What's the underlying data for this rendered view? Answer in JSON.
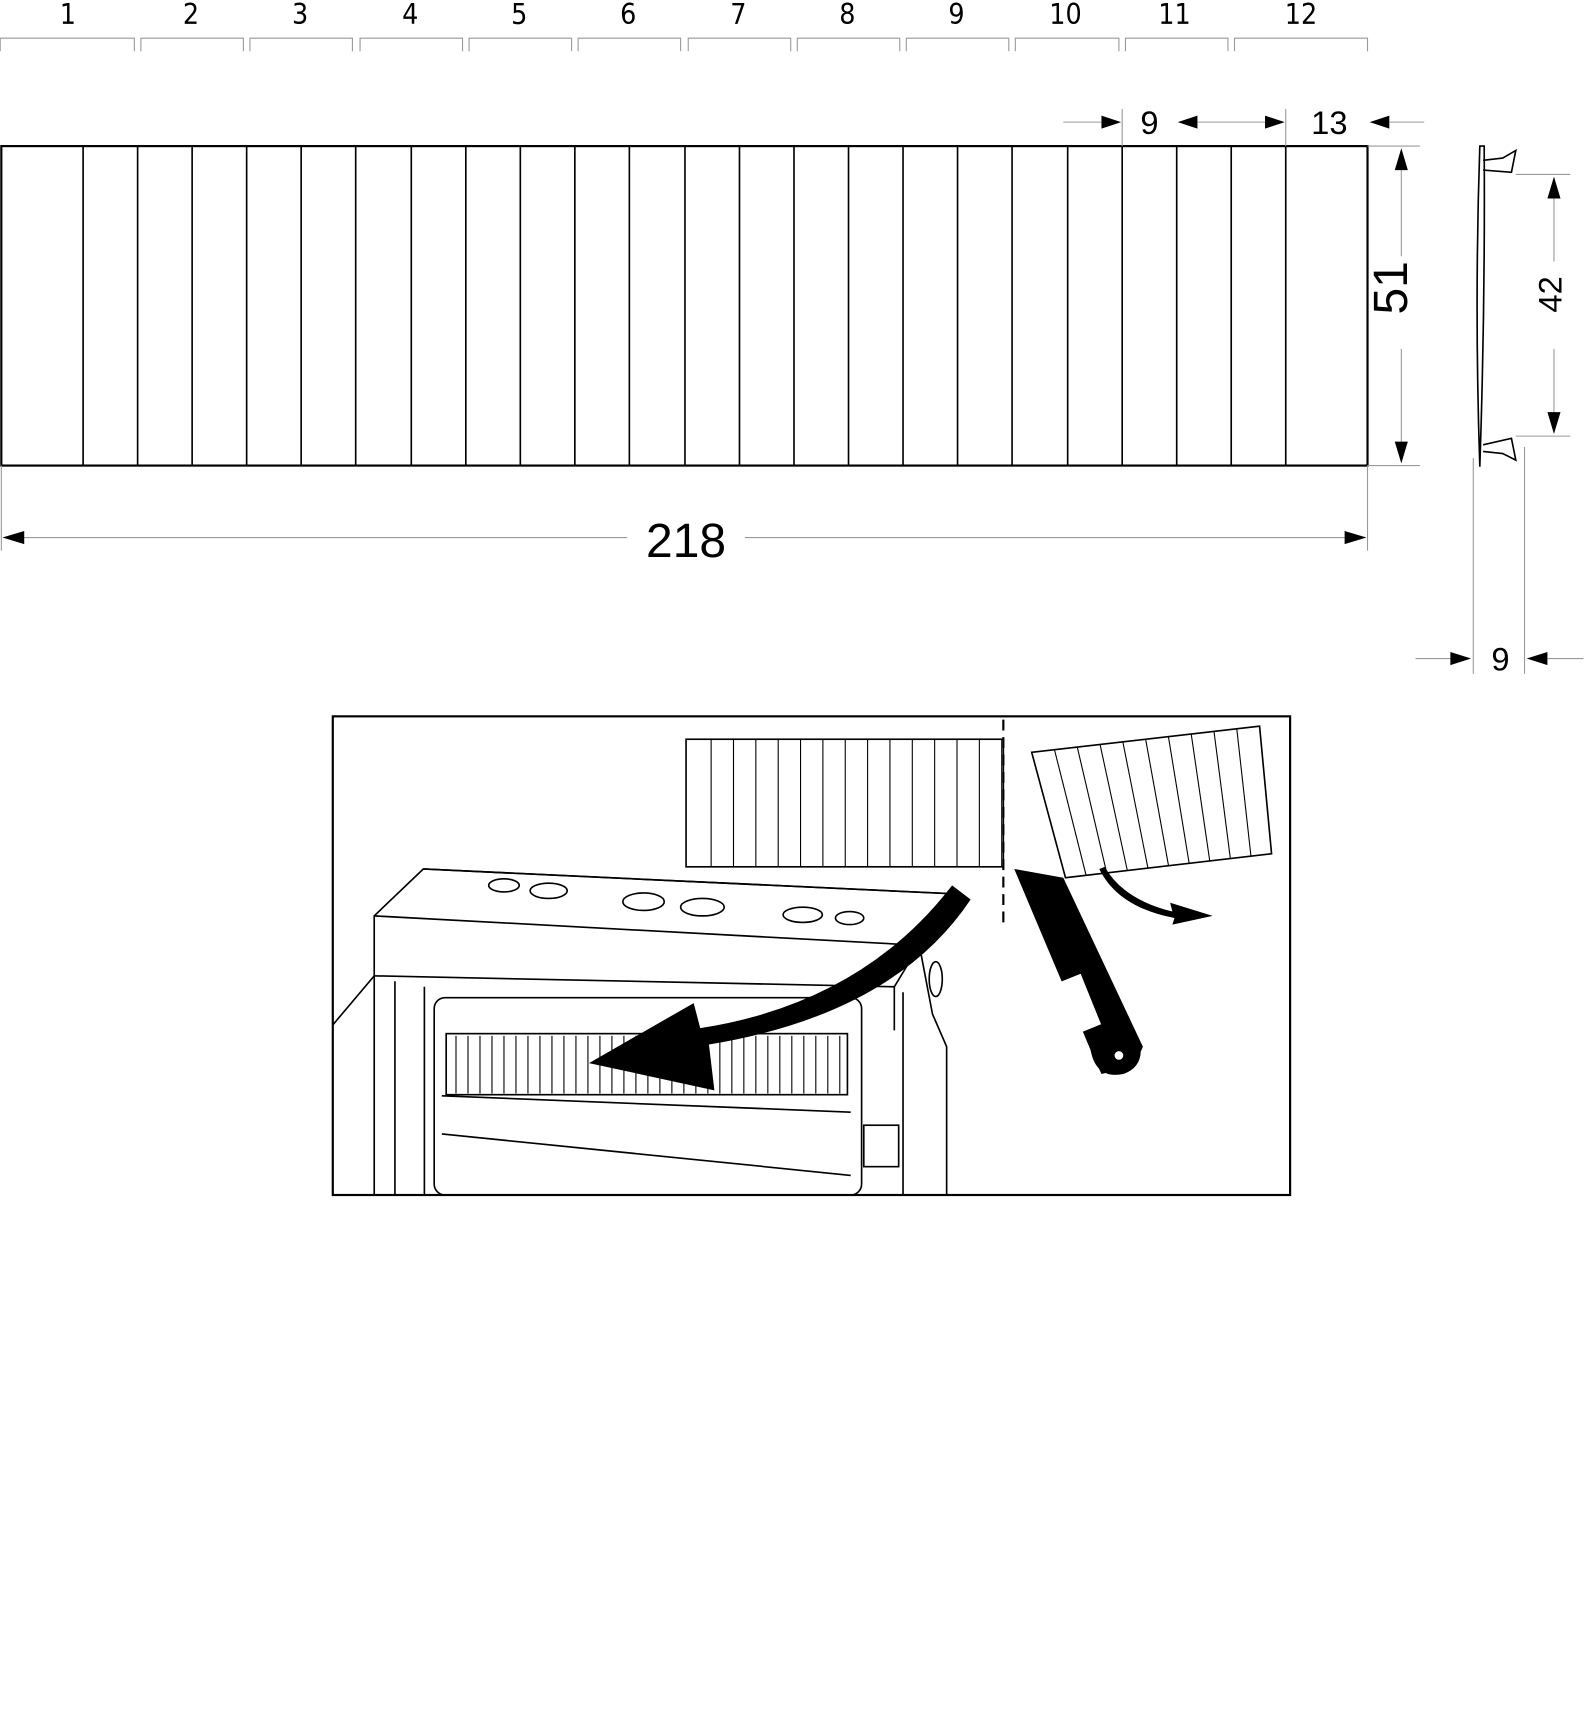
{
  "modules": [
    "1",
    "2",
    "3",
    "4",
    "5",
    "6",
    "7",
    "8",
    "9",
    "10",
    "11",
    "12"
  ],
  "dimensions": {
    "width": "218",
    "height": "51",
    "module_pitch": "9",
    "end_width": "13",
    "clip_spacing": "42",
    "depth": "9"
  }
}
